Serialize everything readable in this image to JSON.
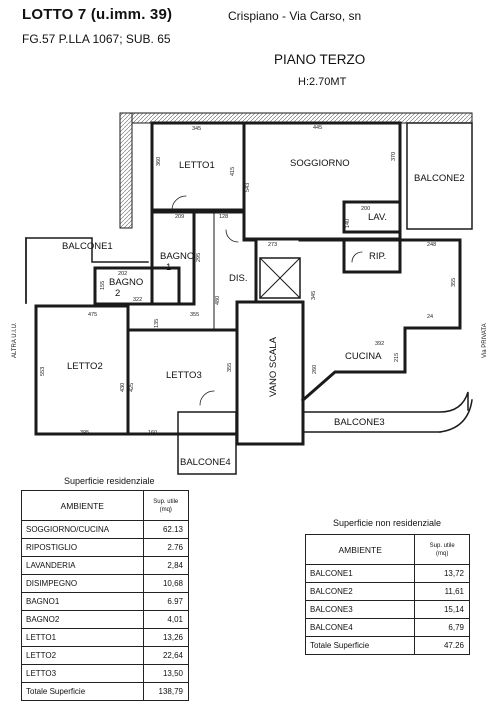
{
  "header": {
    "lotto": "LOTTO 7  (u.imm. 39)",
    "location": "Crispiano  -  Via Carso, sn",
    "catasto": "FG.57 P.LLA 1067; SUB. 65",
    "piano": "PIANO TERZO",
    "altezza": "H:2.70MT"
  },
  "plan": {
    "rooms": {
      "letto1": "LETTO1",
      "soggiorno": "SOGGIORNO",
      "balcone2": "BALCONE2",
      "lav": "LAV.",
      "rip": "RIP.",
      "balcone1": "BALCONE1",
      "bagno1_a": "BAGNO",
      "bagno1_b": "1",
      "bagno2_a": "BAGNO",
      "bagno2_b": "2",
      "dis": "DIS.",
      "letto2": "LETTO2",
      "letto3": "LETTO3",
      "vano_scala": "VANO SCALA",
      "cucina": "CUCINA",
      "balcone3": "BALCONE3",
      "balcone4": "BALCONE4"
    },
    "side_labels": {
      "left": "ALTRA U.I.U.",
      "right": "Via PRIVATA"
    },
    "dimensions": {
      "d345": "345",
      "d360": "360",
      "d415": "415",
      "d445": "445",
      "d370": "370",
      "d209": "209",
      "d128": "128",
      "d543": "543",
      "d273": "273",
      "d200": "200",
      "d140": "140",
      "d248": "248",
      "d295": "295",
      "d202": "202",
      "d155": "155",
      "d322": "322",
      "d480": "480",
      "d355": "355",
      "d345b": "345",
      "d355b": "355",
      "d475": "475",
      "d135": "135",
      "d355c": "355",
      "d392": "392",
      "d24": "24",
      "d553": "553",
      "d430": "430",
      "d425": "425",
      "d260": "260",
      "d215": "215",
      "d395": "395",
      "d160": "160"
    }
  },
  "residential": {
    "caption": "Superficie residenziale",
    "col_ambiente": "AMBIENTE",
    "col_sup": "Sup. utile",
    "col_unit": "(mq)",
    "rows": [
      {
        "name": "SOGGIORNO/CUCINA",
        "value": "62.13"
      },
      {
        "name": "RIPOSTIGLIO",
        "value": "2.76"
      },
      {
        "name": "LAVANDERIA",
        "value": "2,84"
      },
      {
        "name": "DISIMPEGNO",
        "value": "10,68"
      },
      {
        "name": "BAGNO1",
        "value": "6.97"
      },
      {
        "name": "BAGNO2",
        "value": "4,01"
      },
      {
        "name": "LETTO1",
        "value": "13,26"
      },
      {
        "name": "LETTO2",
        "value": "22,64"
      },
      {
        "name": "LETTO3",
        "value": "13,50"
      }
    ],
    "total_label": "Totale Superficie",
    "total_value": "138,79"
  },
  "non_residential": {
    "caption": "Superficie non residenziale",
    "col_ambiente": "AMBIENTE",
    "col_sup": "Sup. utile",
    "col_unit": "(mq)",
    "rows": [
      {
        "name": "BALCONE1",
        "value": "13,72"
      },
      {
        "name": "BALCONE2",
        "value": "11,61"
      },
      {
        "name": "BALCONE3",
        "value": "15,14"
      },
      {
        "name": "BALCONE4",
        "value": "6,79"
      }
    ],
    "total_label": "Totale Superficie",
    "total_value": "47.26"
  },
  "colors": {
    "wall": "#1a1a1a",
    "hatch": "#555555",
    "paper": "#ffffff"
  }
}
